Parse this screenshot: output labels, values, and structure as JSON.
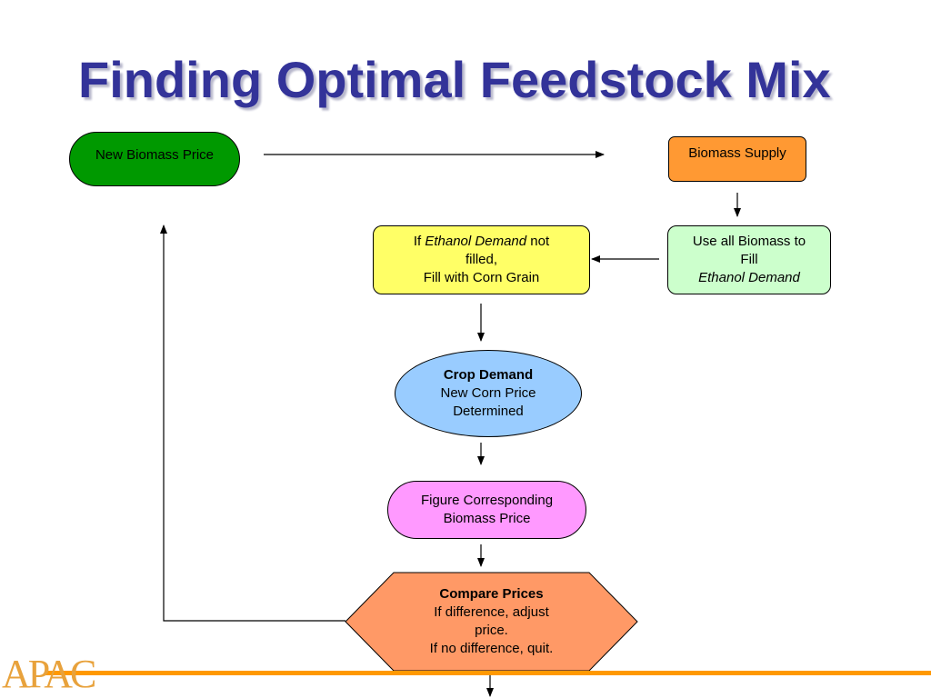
{
  "title": "Finding Optimal Feedstock Mix",
  "nodes": {
    "new_biomass_price": "New Biomass Price",
    "biomass_supply": "Biomass Supply",
    "use_all_biomass": {
      "line1": "Use all Biomass to",
      "line2": "Fill",
      "line3": "Ethanol Demand"
    },
    "if_ethanol_demand": {
      "prefix": "If ",
      "emph": "Ethanol Demand",
      "suffix": " not",
      "line2": "filled,",
      "line3": "Fill with Corn Grain"
    },
    "crop_demand": {
      "line1": "Crop Demand",
      "line2": "New Corn Price",
      "line3": "Determined"
    },
    "figure_biomass": {
      "line1": "Figure Corresponding",
      "line2": "Biomass Price"
    },
    "compare_prices": {
      "line1": "Compare Prices",
      "line2": "If difference, adjust",
      "line3": "price.",
      "line4": "If no difference, quit."
    }
  },
  "logo": "APAC",
  "colors": {
    "title": "#333399",
    "new_biomass_price": "#009900",
    "biomass_supply": "#ff9933",
    "use_all_biomass": "#ccffcc",
    "if_ethanol_demand": "#ffff66",
    "crop_demand": "#99ccff",
    "figure_biomass": "#ff99ff",
    "compare_prices": "#ff9966",
    "footer_line": "#ff9900"
  }
}
